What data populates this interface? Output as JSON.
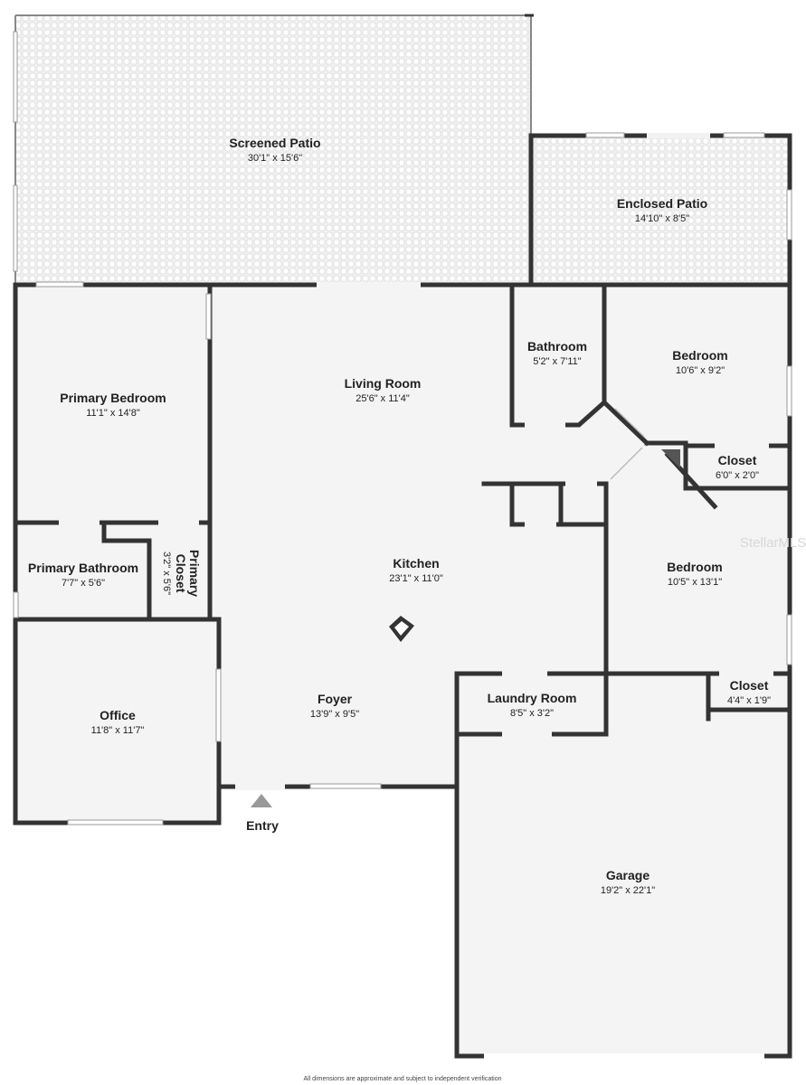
{
  "rooms": {
    "screened_patio": {
      "name": "Screened Patio",
      "dims": "30'1\" x 15'6\""
    },
    "enclosed_patio": {
      "name": "Enclosed Patio",
      "dims": "14'10\" x 8'5\""
    },
    "living_room": {
      "name": "Living Room",
      "dims": "25'6\" x 11'4\""
    },
    "primary_bedroom": {
      "name": "Primary Bedroom",
      "dims": "11'1\" x 14'8\""
    },
    "bathroom": {
      "name": "Bathroom",
      "dims": "5'2\" x 7'11\""
    },
    "bedroom_1": {
      "name": "Bedroom",
      "dims": "10'6\" x 9'2\""
    },
    "closet_1": {
      "name": "Closet",
      "dims": "6'0\" x 2'0\""
    },
    "primary_bathroom": {
      "name": "Primary Bathroom",
      "dims": "7'7\" x 5'6\""
    },
    "primary_closet": {
      "name_line1": "Primary",
      "name_line2": "Closet",
      "dims": "3'2\" x 5'6\""
    },
    "kitchen": {
      "name": "Kitchen",
      "dims": "23'1\" x 11'0\""
    },
    "bedroom_2": {
      "name": "Bedroom",
      "dims": "10'5\" x 13'1\""
    },
    "office": {
      "name": "Office",
      "dims": "11'8\" x 11'7\""
    },
    "foyer": {
      "name": "Foyer",
      "dims": "13'9\" x 9'5\""
    },
    "laundry_room": {
      "name": "Laundry Room",
      "dims": "8'5\" x 3'2\""
    },
    "closet_2": {
      "name": "Closet",
      "dims": "4'4\" x 1'9\""
    },
    "garage": {
      "name": "Garage",
      "dims": "19'2\" x 22'1\""
    }
  },
  "entry_label": "Entry",
  "watermark": "StellarMLS",
  "footer_note": "All dimensions are approximate and subject to independent verification",
  "colors": {
    "wall": "#333333",
    "floor": "#f4f4f4",
    "patio_tile": "#e2e2e2"
  }
}
